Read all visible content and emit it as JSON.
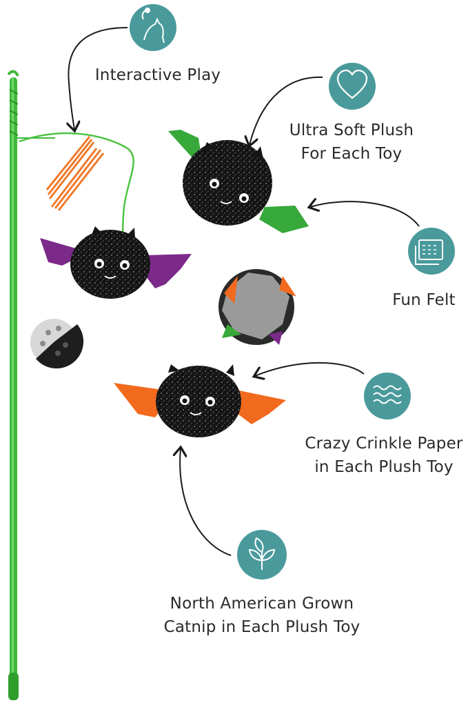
{
  "colors": {
    "badge": "#4a9a9c",
    "badge_icon": "#ffffff",
    "wand": "#3fb83a",
    "bat_body": "#151515",
    "wing_purple": "#7c2a8a",
    "wing_green": "#37a83a",
    "wing_orange": "#f26a1d",
    "spring": "#f07a2a",
    "arrow": "#1a1a1a"
  },
  "features": [
    {
      "id": "interactive-play",
      "icon": "cat-playing-icon",
      "lines": [
        "Interactive Play"
      ]
    },
    {
      "id": "ultra-soft-plush",
      "icon": "heart-icon",
      "lines": [
        "Ultra Soft Plush",
        "For Each Toy"
      ]
    },
    {
      "id": "fun-felt",
      "icon": "felt-sheets-icon",
      "lines": [
        "Fun Felt"
      ]
    },
    {
      "id": "crazy-crinkle-paper",
      "icon": "wavy-lines-icon",
      "lines": [
        "Crazy Crinkle Paper",
        "in Each Plush Toy"
      ]
    },
    {
      "id": "catnip",
      "icon": "leaf-sprout-icon",
      "lines": [
        "North American Grown",
        "Catnip in Each Plush Toy"
      ]
    }
  ]
}
